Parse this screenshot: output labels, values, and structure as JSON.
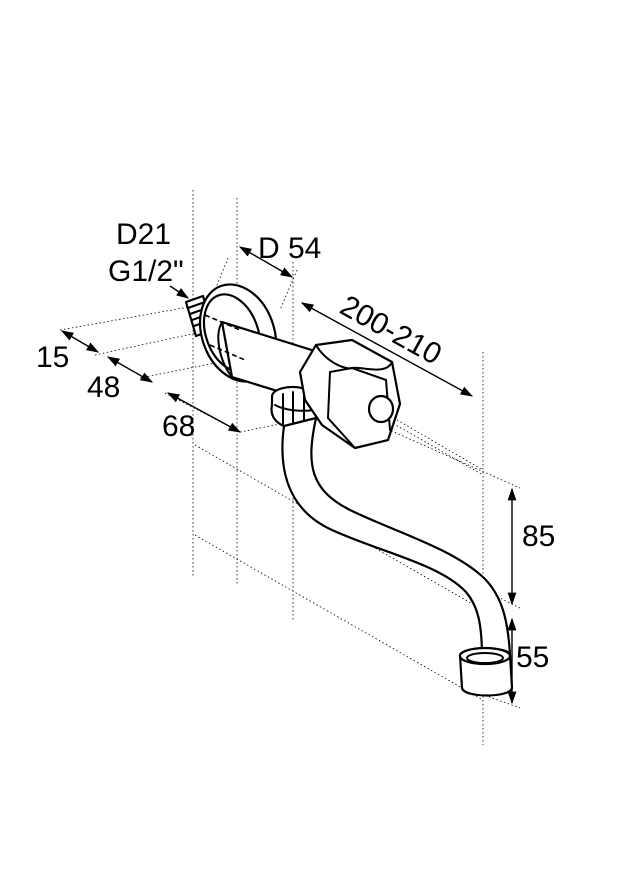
{
  "dimensions": {
    "d21": "D21",
    "thread": "G1/2\"",
    "d54": "D 54",
    "reach": "200-210",
    "dim15": "15",
    "dim48": "48",
    "dim68": "68",
    "dim85": "85",
    "dim55": "55"
  }
}
